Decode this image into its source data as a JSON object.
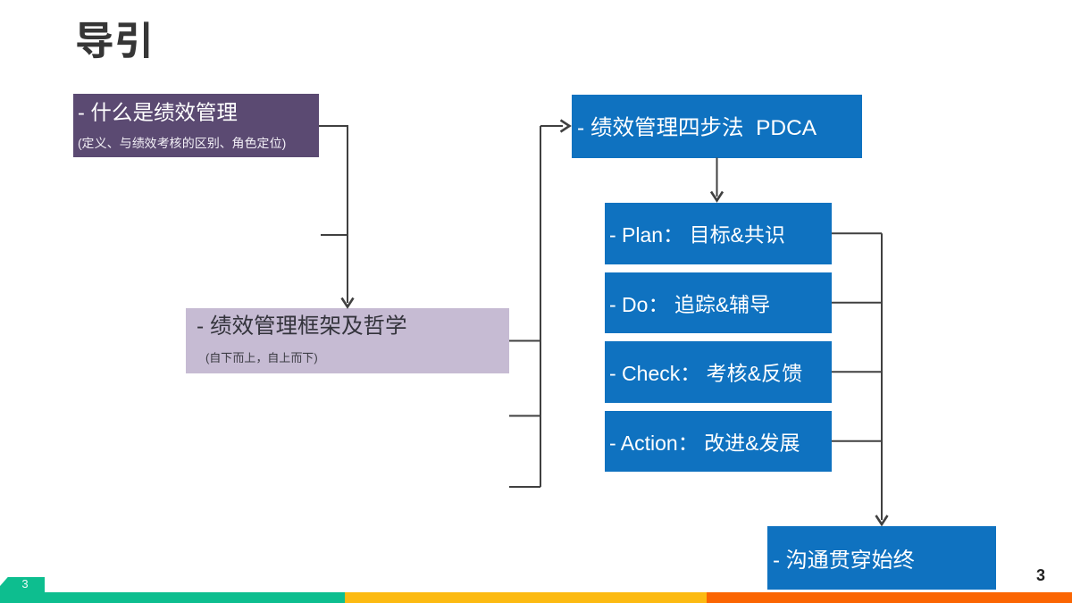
{
  "slide": {
    "title": "导引",
    "page_number": "3",
    "footer_tab_number": "3"
  },
  "diagram": {
    "intro_box": {
      "label": "- 什么是绩效管理",
      "sublabel": "(定义、与绩效考核的区别、角色定位)"
    },
    "framework_box": {
      "label": "- 绩效管理框架及哲学",
      "sublabel": "(自下而上，自上而下)"
    },
    "pdca_box": {
      "label": "- 绩效管理四步法  PDCA"
    },
    "steps": [
      {
        "label": "- Plan： 目标&共识"
      },
      {
        "label": "- Do： 追踪&辅导"
      },
      {
        "label": "- Check： 考核&反馈"
      },
      {
        "label": "- Action： 改进&发展"
      }
    ],
    "communication_box": {
      "label": "- 沟通贯穿始终"
    }
  },
  "colors": {
    "box_blue": "#0f72c0",
    "box_dark_purple": "#5b4a72",
    "box_light_purple": "#c6bbd3",
    "connector_gray": "#404040",
    "footer_green": "#0dbe8f",
    "footer_yellow": "#fcba12",
    "footer_orange": "#fb6502"
  }
}
